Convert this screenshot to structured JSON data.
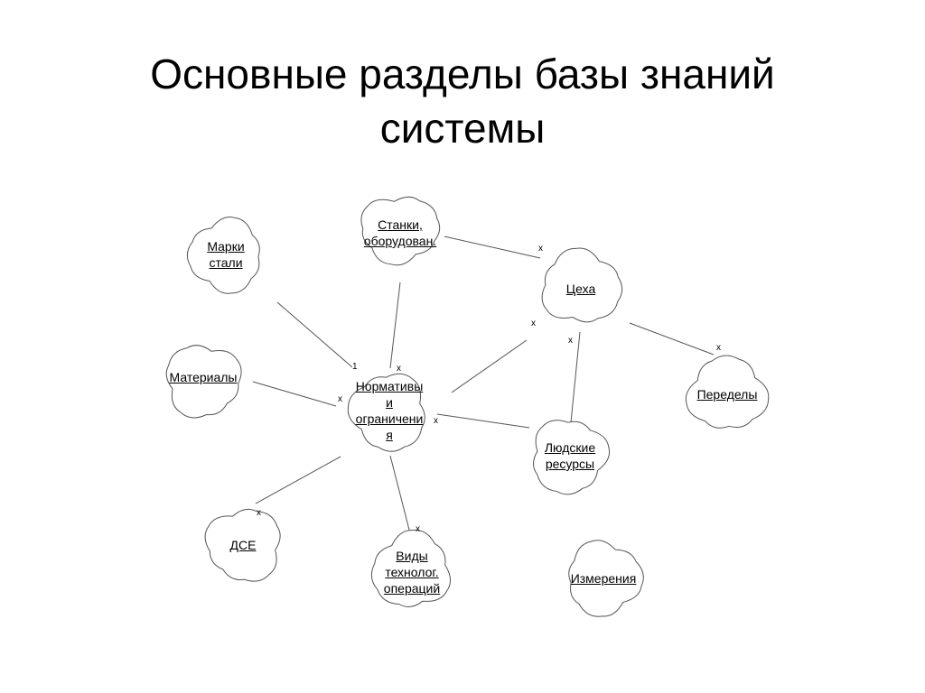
{
  "title": {
    "line1": "Основные разделы базы знаний",
    "line2": "системы"
  },
  "nodes": {
    "stanki": {
      "lines": [
        "Станки,",
        "оборудован."
      ]
    },
    "marki": {
      "lines": [
        "Марки",
        "стали"
      ]
    },
    "tseha": {
      "lines": [
        "Цеха"
      ]
    },
    "materialy": {
      "lines": [
        "Материалы"
      ]
    },
    "normativy": {
      "lines": [
        "Нормативы",
        "и",
        "ограничени",
        "я"
      ]
    },
    "peredely": {
      "lines": [
        "Переделы"
      ]
    },
    "lyudskie": {
      "lines": [
        "Людские",
        "ресурсы"
      ]
    },
    "dse": {
      "lines": [
        "ДСЕ"
      ]
    },
    "vidy": {
      "lines": [
        "Виды",
        "технолог.",
        "операций"
      ]
    },
    "izmereniya": {
      "lines": [
        "Измерения"
      ]
    }
  },
  "marks": {
    "stanki_tseha": "x",
    "tseha_left": "x",
    "tseha_bottom": "x",
    "peredely_top": "x",
    "normativy_one": "1",
    "normativy_top": "x",
    "normativy_left": "x",
    "normativy_right": "x",
    "dse_top": "x",
    "vidy_top": "x"
  }
}
